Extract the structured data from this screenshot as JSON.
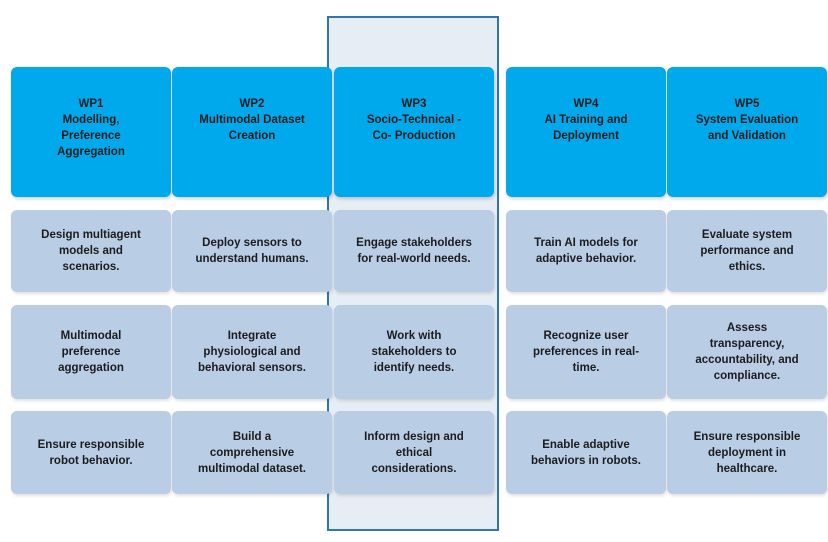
{
  "work_packages": [
    {
      "header": "WP1\nModelling,\nPreference\nAggregation",
      "tasks": [
        "Design multiagent\nmodels and\nscenarios.",
        "Multimodal\npreference\naggregation",
        "Ensure responsible\nrobot behavior."
      ]
    },
    {
      "header": "WP2\nMultimodal Dataset\nCreation",
      "tasks": [
        "Deploy sensors to\nunderstand humans.",
        "Integrate\nphysiological and\nbehavioral sensors.",
        "Build a\ncomprehensive\nmultimodal dataset."
      ]
    },
    {
      "header": "WP3\nSocio-Technical -\nCo- Production",
      "tasks": [
        "Engage stakeholders\nfor real-world needs.",
        "Work with\nstakeholders to\nidentify needs.",
        "Inform design and\nethical\nconsiderations."
      ]
    },
    {
      "header": "WP4\nAI Training and\nDeployment",
      "tasks": [
        "Train AI models for\nadaptive behavior.",
        "Recognize user\npreferences in real-\ntime.",
        "Enable adaptive\nbehaviors in robots."
      ]
    },
    {
      "header": "WP5\nSystem Evaluation\nand Validation",
      "tasks": [
        "Evaluate system\nperformance and\nethics.",
        "Assess\ntransparency,\naccountability, and\ncompliance.",
        "Ensure responsible\ndeployment in\nhealthcare."
      ]
    }
  ],
  "colors": {
    "header_fill": "#00a9ec",
    "task_fill": "#b9cde5",
    "highlight_border": "#2e75b6",
    "highlight_fill": "#e7edf4"
  }
}
